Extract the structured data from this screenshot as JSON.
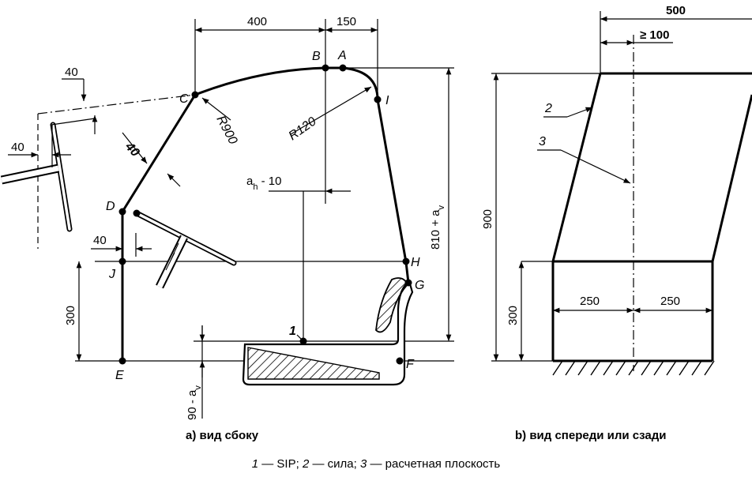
{
  "points": {
    "A": "A",
    "B": "B",
    "C": "C",
    "D": "D",
    "E": "E",
    "F": "F",
    "G": "G",
    "H": "H",
    "I": "I",
    "J": "J"
  },
  "side_dims": {
    "top_400": "400",
    "top_150": "150",
    "radius_900": "R900",
    "radius_120": "R120",
    "ah_main": "a",
    "ah_sub": "h",
    "ah_rest": " - 10",
    "v_810": "810 + a",
    "v_810_sub": "v",
    "v_300": "300",
    "v_90": "90 - a",
    "v_90_sub": "v",
    "d40_diag": "40",
    "d40_top": "40",
    "d40_left": "40",
    "d40_d": "40",
    "sip_num": "1"
  },
  "front_dims": {
    "w500": "500",
    "ge100": "≥ 100",
    "h900": "900",
    "h300": "300",
    "w250a": "250",
    "w250b": "250",
    "lbl2": "2",
    "lbl3": "3"
  },
  "captions": {
    "side": "a) вид сбоку",
    "front": "b) вид спереди или сзади"
  },
  "legend": {
    "n1": "1",
    "t1": " — SIP; ",
    "n2": "2",
    "t2": " — сила; ",
    "n3": "3",
    "t3": " — расчетная плоскость"
  }
}
